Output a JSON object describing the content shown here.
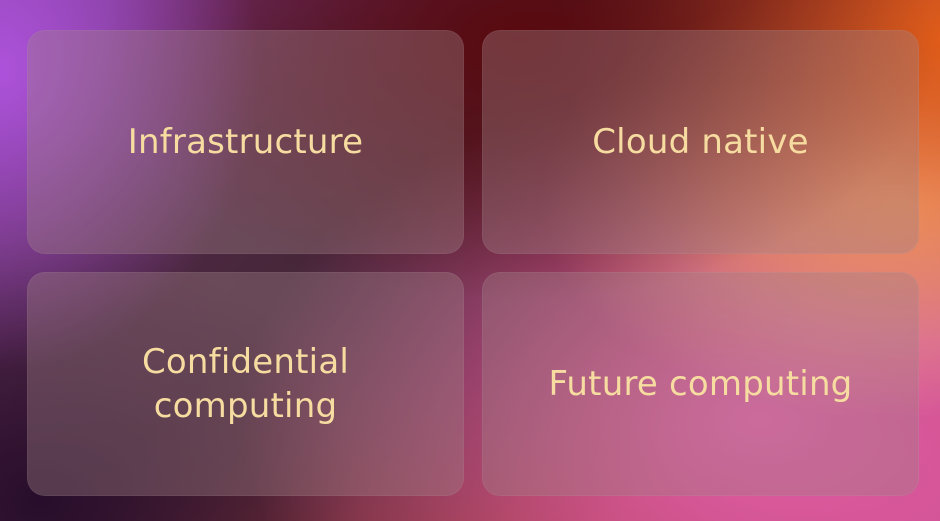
{
  "tiles": [
    {
      "label": "Infrastructure"
    },
    {
      "label": "Cloud native"
    },
    {
      "label": "Confidential computing"
    },
    {
      "label": "Future computing"
    }
  ]
}
